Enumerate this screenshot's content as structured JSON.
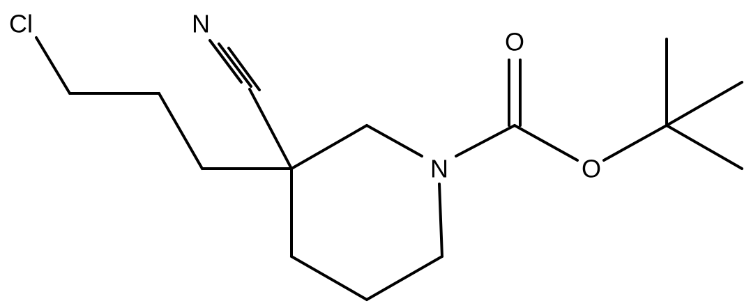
{
  "atoms": {
    "cl": "Cl",
    "n_nitrile": "N",
    "n_ring": "N",
    "o_carbonyl": "O",
    "o_ester": "O"
  },
  "colors": {
    "bond": "#000000",
    "label": "#000000",
    "background": "#ffffff"
  }
}
